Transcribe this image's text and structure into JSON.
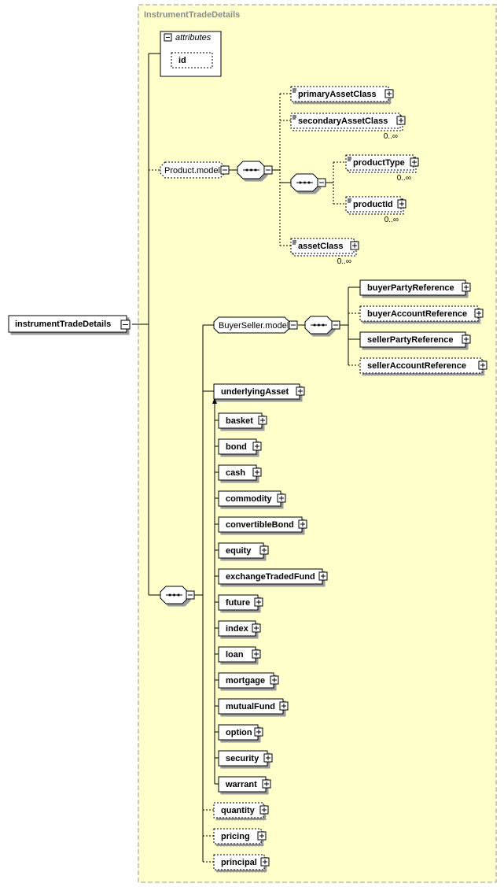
{
  "type_name": "InstrumentTradeDetails",
  "root_element": "instrumentTradeDetails",
  "attributes": {
    "label": "attributes",
    "items": [
      "id"
    ]
  },
  "product_group": {
    "name": "Product.model",
    "elements": [
      {
        "name": "primaryAssetClass",
        "occurs": ""
      },
      {
        "name": "secondaryAssetClass",
        "occurs": "0..∞"
      },
      {
        "name": "productType",
        "occurs": "0..∞"
      },
      {
        "name": "productId",
        "occurs": "0..∞"
      },
      {
        "name": "assetClass",
        "occurs": "0..∞"
      }
    ]
  },
  "buyer_seller_group": {
    "name": "BuyerSeller.model",
    "elements": [
      "buyerPartyReference",
      "buyerAccountReference",
      "sellerPartyReference",
      "sellerAccountReference"
    ]
  },
  "underlying": {
    "name": "underlyingAsset",
    "substitutes": [
      "basket",
      "bond",
      "cash",
      "commodity",
      "convertibleBond",
      "equity",
      "exchangeTradedFund",
      "future",
      "index",
      "loan",
      "mortgage",
      "mutualFund",
      "option",
      "security",
      "warrant"
    ]
  },
  "trailing_elements": [
    "quantity",
    "pricing",
    "principal"
  ]
}
